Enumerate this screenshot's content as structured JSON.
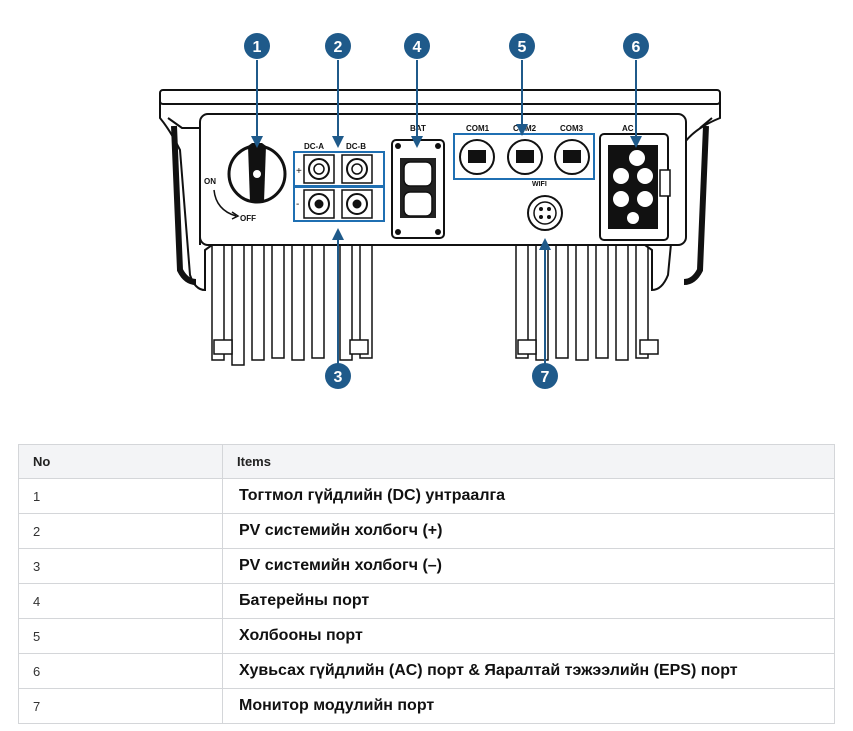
{
  "diagram": {
    "callouts": [
      "1",
      "2",
      "3",
      "4",
      "5",
      "6",
      "7"
    ],
    "panel_labels": {
      "dc_a": "DC-A",
      "dc_b": "DC-B",
      "bat": "BAT",
      "com1": "COM1",
      "com2": "COM2",
      "com3": "COM3",
      "ac": "AC",
      "wifi": "WIFI",
      "on": "ON",
      "off": "OFF",
      "plus": "+",
      "minus": "-"
    },
    "colors": {
      "callout": "#1f5a8a",
      "highlight_box": "#1f6fb2",
      "line_art": "#111111"
    }
  },
  "table": {
    "headers": {
      "no": "No",
      "items": "Items"
    },
    "rows": [
      {
        "no": "1",
        "item": "Тогтмол гүйдлийн (DC) унтраалга"
      },
      {
        "no": "2",
        "item": "PV системийн холбогч (+)"
      },
      {
        "no": "3",
        "item": "PV системийн холбогч (–)"
      },
      {
        "no": "4",
        "item": "Батерейны порт"
      },
      {
        "no": "5",
        "item": "Холбооны порт"
      },
      {
        "no": "6",
        "item": "Хувьсах гүйдлийн (AC) порт & Яаралтай тэжээлийн (EPS) порт"
      },
      {
        "no": "7",
        "item": "Монитор модулийн порт"
      }
    ]
  }
}
